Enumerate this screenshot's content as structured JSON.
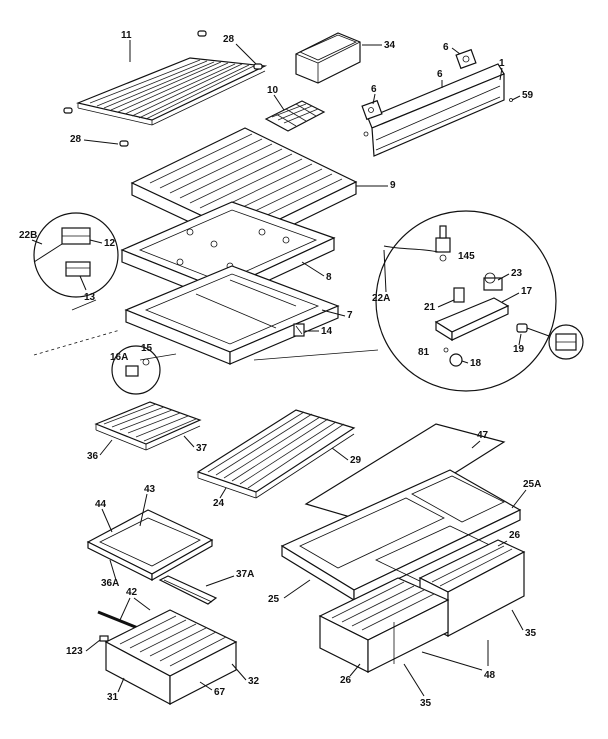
{
  "labels": {
    "l11": "11",
    "l28a": "28",
    "l34": "34",
    "l6a": "6",
    "l6b": "6",
    "l6c": "6",
    "l1": "1",
    "l59": "59",
    "l10": "10",
    "l28b": "28",
    "l9": "9",
    "l22b": "22B",
    "l12": "12",
    "l13": "13",
    "l8": "8",
    "l145": "145",
    "l23": "23",
    "l17": "17",
    "l22a": "22A",
    "l21": "21",
    "l7": "7",
    "l14": "14",
    "l81": "81",
    "l18": "18",
    "l19": "19",
    "l16a": "16A",
    "l15": "15",
    "l36": "36",
    "l37": "37",
    "l29": "29",
    "l24": "24",
    "l47": "47",
    "l25a": "25A",
    "l44": "44",
    "l43": "43",
    "l36a": "36A",
    "l37a": "37A",
    "l26a": "26",
    "l25": "25",
    "l42": "42",
    "l35a": "35",
    "l123": "123",
    "l32": "32",
    "l31": "31",
    "l67": "67",
    "l26b": "26",
    "l48": "48",
    "l35b": "35"
  }
}
